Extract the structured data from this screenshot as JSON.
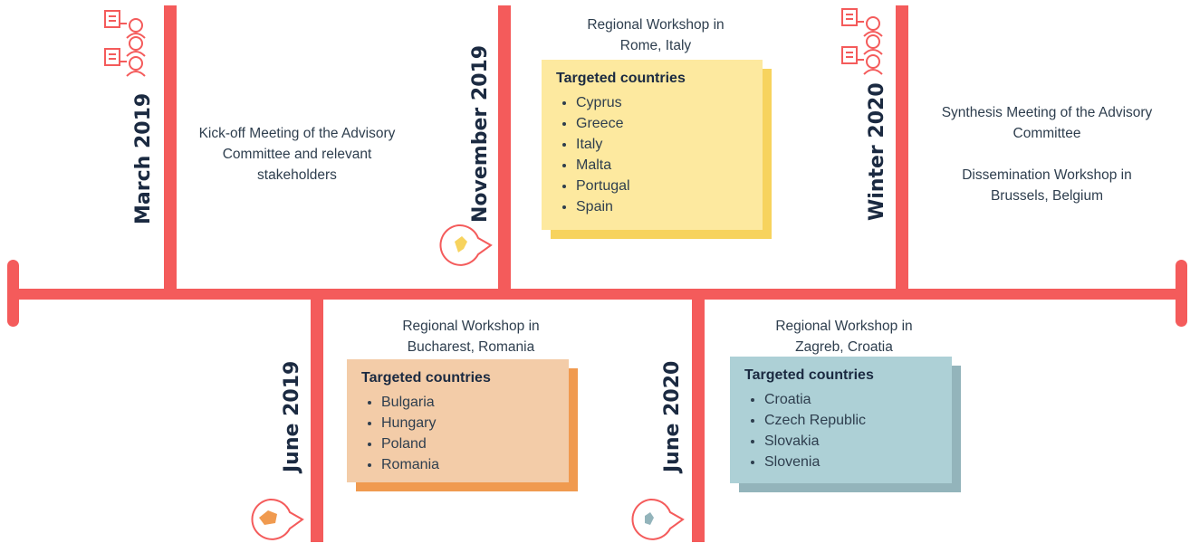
{
  "colors": {
    "line": "#f45b5b",
    "date_text": "#1b2a41",
    "yellow_card": "#fde99f",
    "yellow_shadow": "#f7d35e",
    "orange_card": "#f3cca8",
    "orange_shadow": "#f09a4f",
    "blue_card": "#add0d6",
    "blue_shadow": "#93b4bb"
  },
  "events": [
    {
      "date": "March 2019",
      "icon": "advisory-committee-icon",
      "caption": [
        "Kick-off Meeting of the Advisory",
        "Committee and relevant",
        "stakeholders"
      ]
    },
    {
      "date": "November 2019",
      "icon": "map-pin-icon",
      "caption": [
        "Regional Workshop in",
        "Rome, Italy"
      ],
      "card_title": "Targeted countries",
      "countries": [
        "Cyprus",
        "Greece",
        "Italy",
        "Malta",
        "Portugal",
        "Spain"
      ]
    },
    {
      "date": "Winter 2020",
      "icon": "advisory-committee-icon",
      "caption": [
        "Synthesis Meeting of the Advisory",
        "Committee"
      ],
      "caption2": [
        "Dissemination Workshop in",
        "Brussels, Belgium"
      ]
    },
    {
      "date": "June 2019",
      "icon": "map-pin-icon",
      "caption": [
        "Regional Workshop in",
        "Bucharest, Romania"
      ],
      "card_title": "Targeted countries",
      "countries": [
        "Bulgaria",
        "Hungary",
        "Poland",
        "Romania"
      ]
    },
    {
      "date": "June 2020",
      "icon": "map-pin-icon",
      "caption": [
        "Regional Workshop in",
        "Zagreb, Croatia"
      ],
      "card_title": "Targeted countries",
      "countries": [
        "Croatia",
        "Czech Republic",
        "Slovakia",
        "Slovenia"
      ]
    }
  ]
}
